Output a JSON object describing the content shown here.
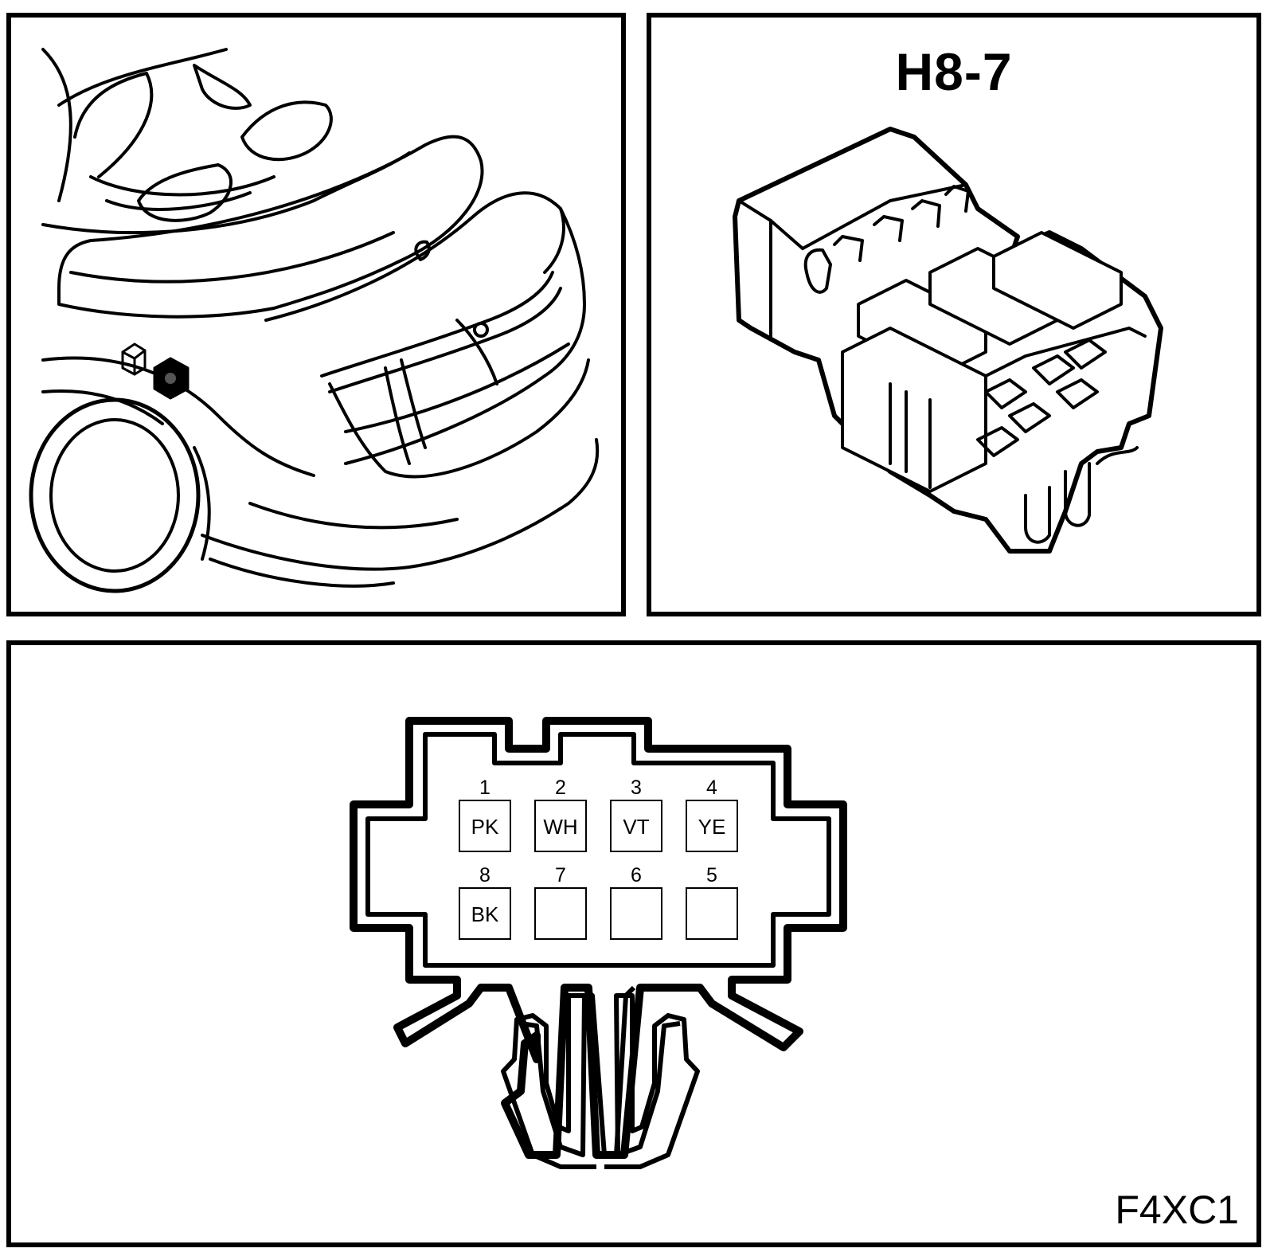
{
  "connector": {
    "id": "H8-7",
    "diagram_code": "F4XC1"
  },
  "pins": [
    {
      "number": "1",
      "color": "PK"
    },
    {
      "number": "2",
      "color": "WH"
    },
    {
      "number": "3",
      "color": "VT"
    },
    {
      "number": "4",
      "color": "YE"
    },
    {
      "number": "8",
      "color": "BK"
    },
    {
      "number": "7",
      "color": ""
    },
    {
      "number": "6",
      "color": ""
    },
    {
      "number": "5",
      "color": ""
    }
  ]
}
